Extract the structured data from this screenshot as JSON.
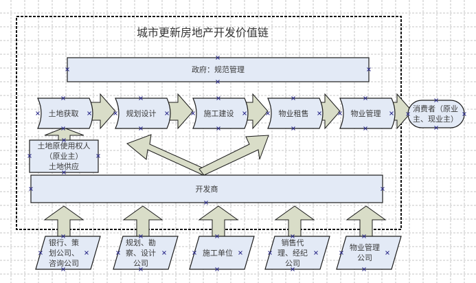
{
  "title": "城市更新房地产开发价值链",
  "government": {
    "label": "政府：规范管理"
  },
  "value_chain": [
    {
      "id": "land-acquisition",
      "label": "土地获取"
    },
    {
      "id": "planning-design",
      "label": "规划设计"
    },
    {
      "id": "construction",
      "label": "施工建设"
    },
    {
      "id": "property-leasing-sales",
      "label": "物业租售"
    },
    {
      "id": "property-management",
      "label": "物业管理"
    }
  ],
  "consumer": {
    "label": "消费者（原业\n主、现业主）"
  },
  "land_supplier": {
    "label": "土地原使用权人\n（原业主）\n土地供应"
  },
  "developer": {
    "label": "开发商"
  },
  "service_providers": [
    {
      "id": "finance-consulting",
      "label": "银行、策\n划公司、\n咨询公司"
    },
    {
      "id": "survey-design",
      "label": "规划、勘\n察、设计\n公司"
    },
    {
      "id": "construction-unit",
      "label": "施工单位"
    },
    {
      "id": "sales-agency",
      "label": "销售代\n理、经纪\n公司"
    },
    {
      "id": "property-mgmt-company",
      "label": "物业管理\n公司"
    }
  ],
  "colors": {
    "box_fill": "#e3eaf6",
    "arrow_fill": "#d9ddc8",
    "stroke": "#1a1a1a",
    "handle": "#2a2a8a",
    "grid": "#c4c4c4"
  }
}
